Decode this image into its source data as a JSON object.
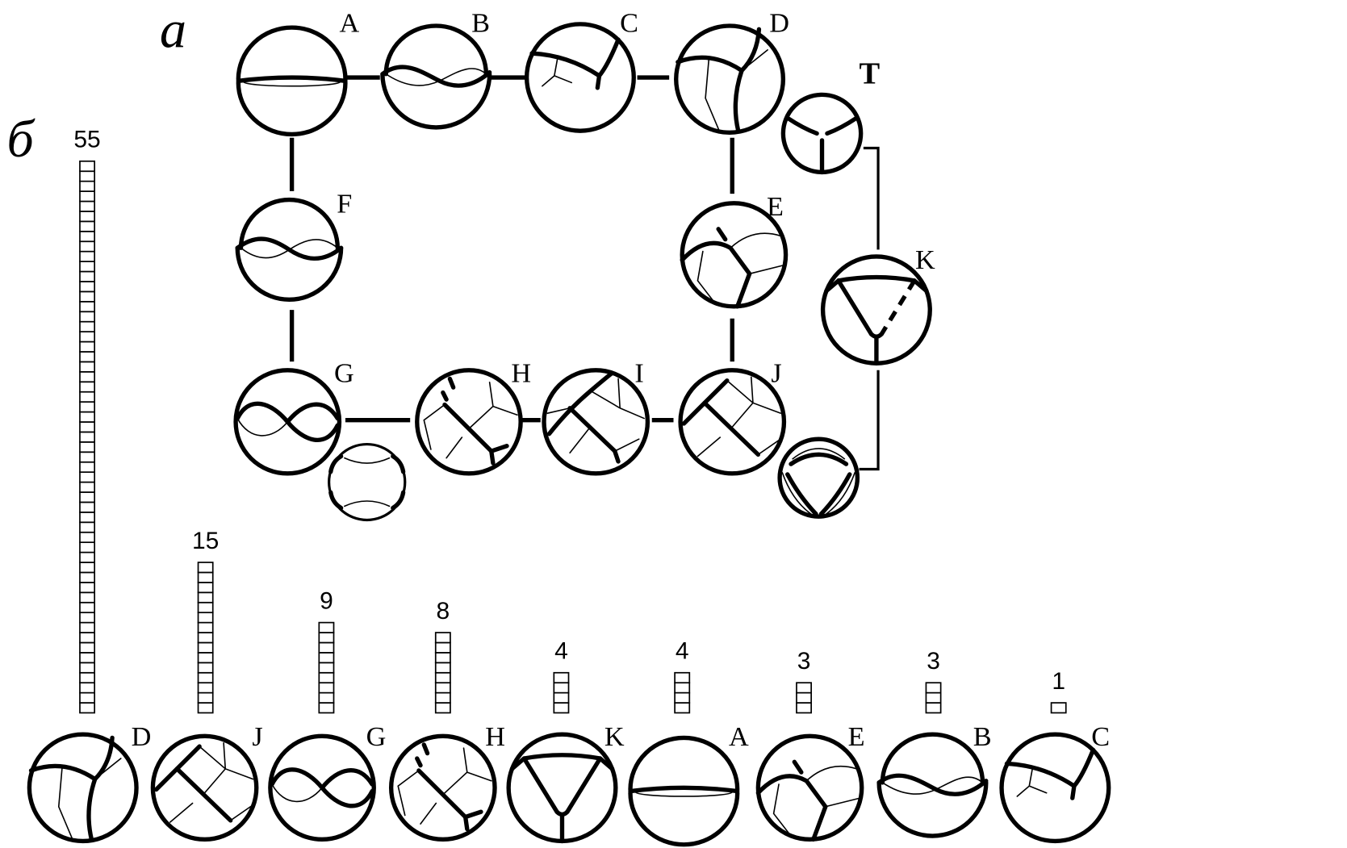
{
  "colors": {
    "ink": "#000000",
    "background": "#ffffff"
  },
  "panel_labels": {
    "a": "а",
    "b": "б"
  },
  "scheme": {
    "labels": {
      "A": "A",
      "B": "B",
      "C": "C",
      "D": "D",
      "E": "E",
      "F": "F",
      "G": "G",
      "H": "H",
      "I": "I",
      "J": "J",
      "K": "K",
      "T": "T"
    }
  },
  "chart_data": {
    "type": "bar",
    "categories": [
      "D",
      "J",
      "G",
      "H",
      "K",
      "A",
      "E",
      "B",
      "C"
    ],
    "values": [
      55,
      15,
      9,
      8,
      4,
      4,
      3,
      3,
      1
    ]
  }
}
